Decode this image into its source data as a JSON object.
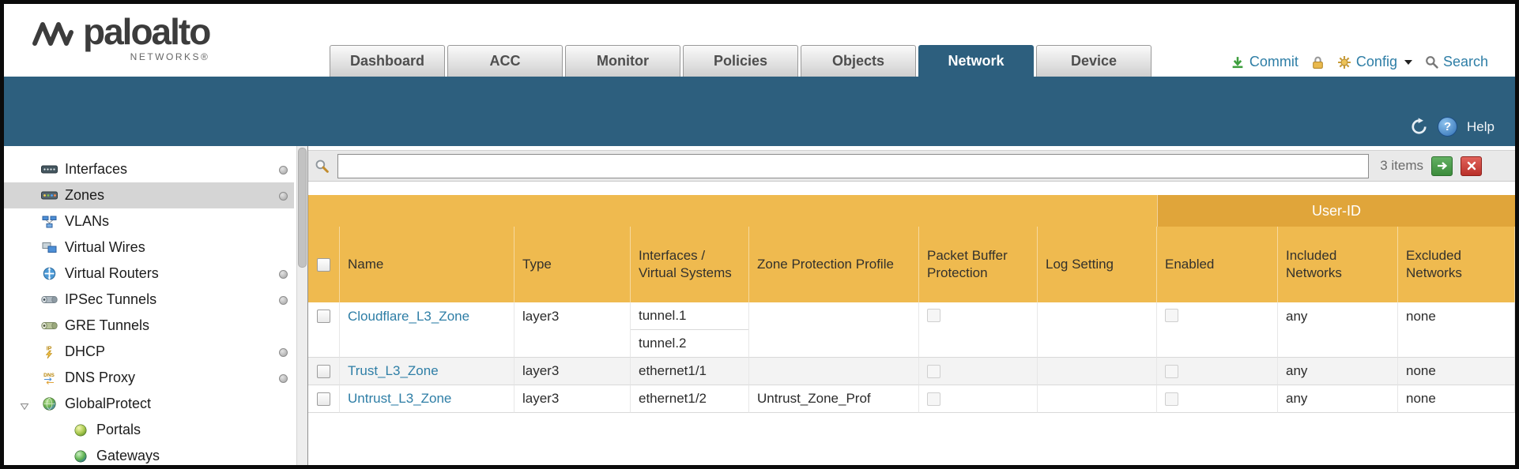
{
  "brand": {
    "name": "paloalto",
    "subtitle": "NETWORKS®"
  },
  "theme": {
    "accent_teal": "#2d5f7e",
    "header_orange": "#efba4f",
    "header_orange_dark": "#e0a53a",
    "link_blue": "#2e7ea6"
  },
  "nav": {
    "tabs": [
      "Dashboard",
      "ACC",
      "Monitor",
      "Policies",
      "Objects",
      "Network",
      "Device"
    ],
    "active_tab": "Network"
  },
  "header_actions": {
    "commit_label": "Commit",
    "config_label": "Config",
    "search_label": "Search"
  },
  "band": {
    "help_label": "Help",
    "help_glyph": "?"
  },
  "icons": {
    "dhcp_glyph": "IP",
    "dns_glyph": "DNS"
  },
  "sidebar": {
    "items": [
      "Interfaces",
      "Zones",
      "VLANs",
      "Virtual Wires",
      "Virtual Routers",
      "IPSec Tunnels",
      "GRE Tunnels",
      "DHCP",
      "DNS Proxy",
      "GlobalProtect",
      "Portals",
      "Gateways"
    ],
    "selected_item": "Zones"
  },
  "filter": {
    "value": "",
    "count_label": "3 items"
  },
  "zones_table": {
    "group_header": "User-ID",
    "columns": {
      "name": "Name",
      "type": "Type",
      "interfaces": "Interfaces / Virtual Systems",
      "zone_protection": "Zone Protection Profile",
      "packet_buffer": "Packet Buffer Protection",
      "log_setting": "Log Setting",
      "enabled": "Enabled",
      "included": "Included Networks",
      "excluded": "Excluded Networks"
    },
    "rows": [
      {
        "name": "Cloudflare_L3_Zone",
        "type": "layer3",
        "interfaces": [
          "tunnel.1",
          "tunnel.2"
        ],
        "zone_protection": "",
        "log_setting": "",
        "included": "any",
        "excluded": "none"
      },
      {
        "name": "Trust_L3_Zone",
        "type": "layer3",
        "interfaces": [
          "ethernet1/1"
        ],
        "zone_protection": "",
        "log_setting": "",
        "included": "any",
        "excluded": "none"
      },
      {
        "name": "Untrust_L3_Zone",
        "type": "layer3",
        "interfaces": [
          "ethernet1/2"
        ],
        "zone_protection": "Untrust_Zone_Prof",
        "log_setting": "",
        "included": "any",
        "excluded": "none"
      }
    ]
  }
}
